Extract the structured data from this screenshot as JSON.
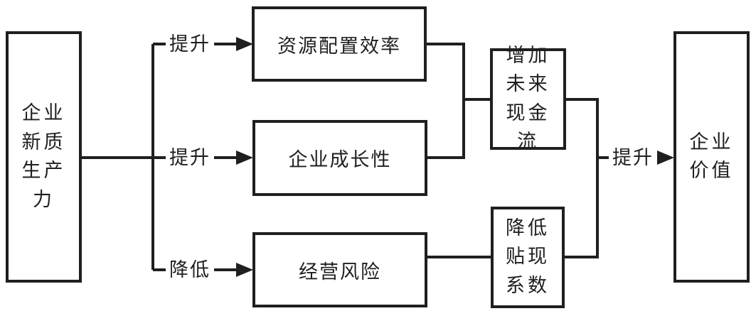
{
  "diagram": {
    "title_hint": "企业新质生产力影响企业价值的路径图",
    "colors": {
      "line": "#1f1f1f",
      "background": "#ffffff"
    },
    "source_node": {
      "label": "企业\n新质\n生产\n力"
    },
    "mediators": [
      {
        "label": "资源配置效率"
      },
      {
        "label": "企业成长性"
      },
      {
        "label": "经营风险"
      }
    ],
    "channels": [
      {
        "label": "增加\n未来\n现金\n流"
      },
      {
        "label": "降低\n贴现\n系数"
      }
    ],
    "outcome_node": {
      "label": "企业\n价值"
    },
    "edge_labels": {
      "to_resource": "提升",
      "to_growth": "提升",
      "to_risk": "降低",
      "to_value": "提升"
    }
  }
}
